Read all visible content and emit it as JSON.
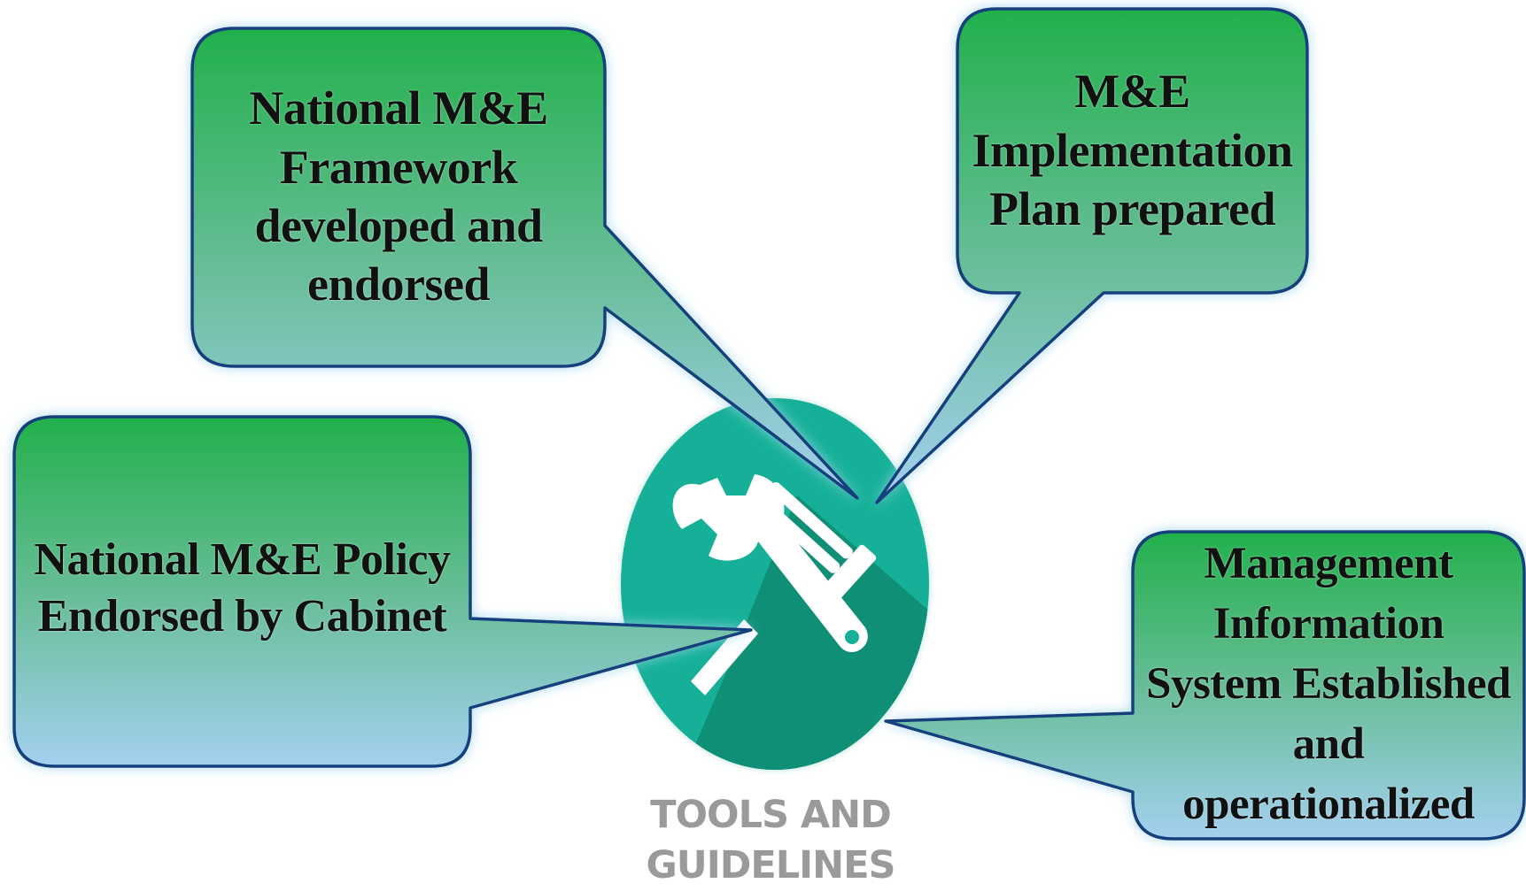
{
  "colors": {
    "callout_fill_top": "#22b04c",
    "callout_fill_bottom": "#a4d0ef",
    "callout_border": "#143f7d",
    "circle": "#15b097",
    "circle_shadow": "#0e8c72",
    "label": "#9a9a9a"
  },
  "center_icon": {
    "icon": "wrench-and-screwdriver-icon",
    "label_lines": [
      "TOOLS AND",
      "GUIDELINES"
    ]
  },
  "callouts": {
    "framework": {
      "lines": [
        "National M&E",
        "Framework",
        "developed and",
        "endorsed"
      ]
    },
    "implementation_plan": {
      "lines": [
        "M&E",
        "Implementation",
        "Plan prepared"
      ]
    },
    "policy": {
      "lines": [
        "National M&E Policy",
        "Endorsed by Cabinet"
      ]
    },
    "mis": {
      "lines": [
        "Management",
        "Information",
        "System Established",
        "and",
        "operationalized"
      ]
    }
  }
}
